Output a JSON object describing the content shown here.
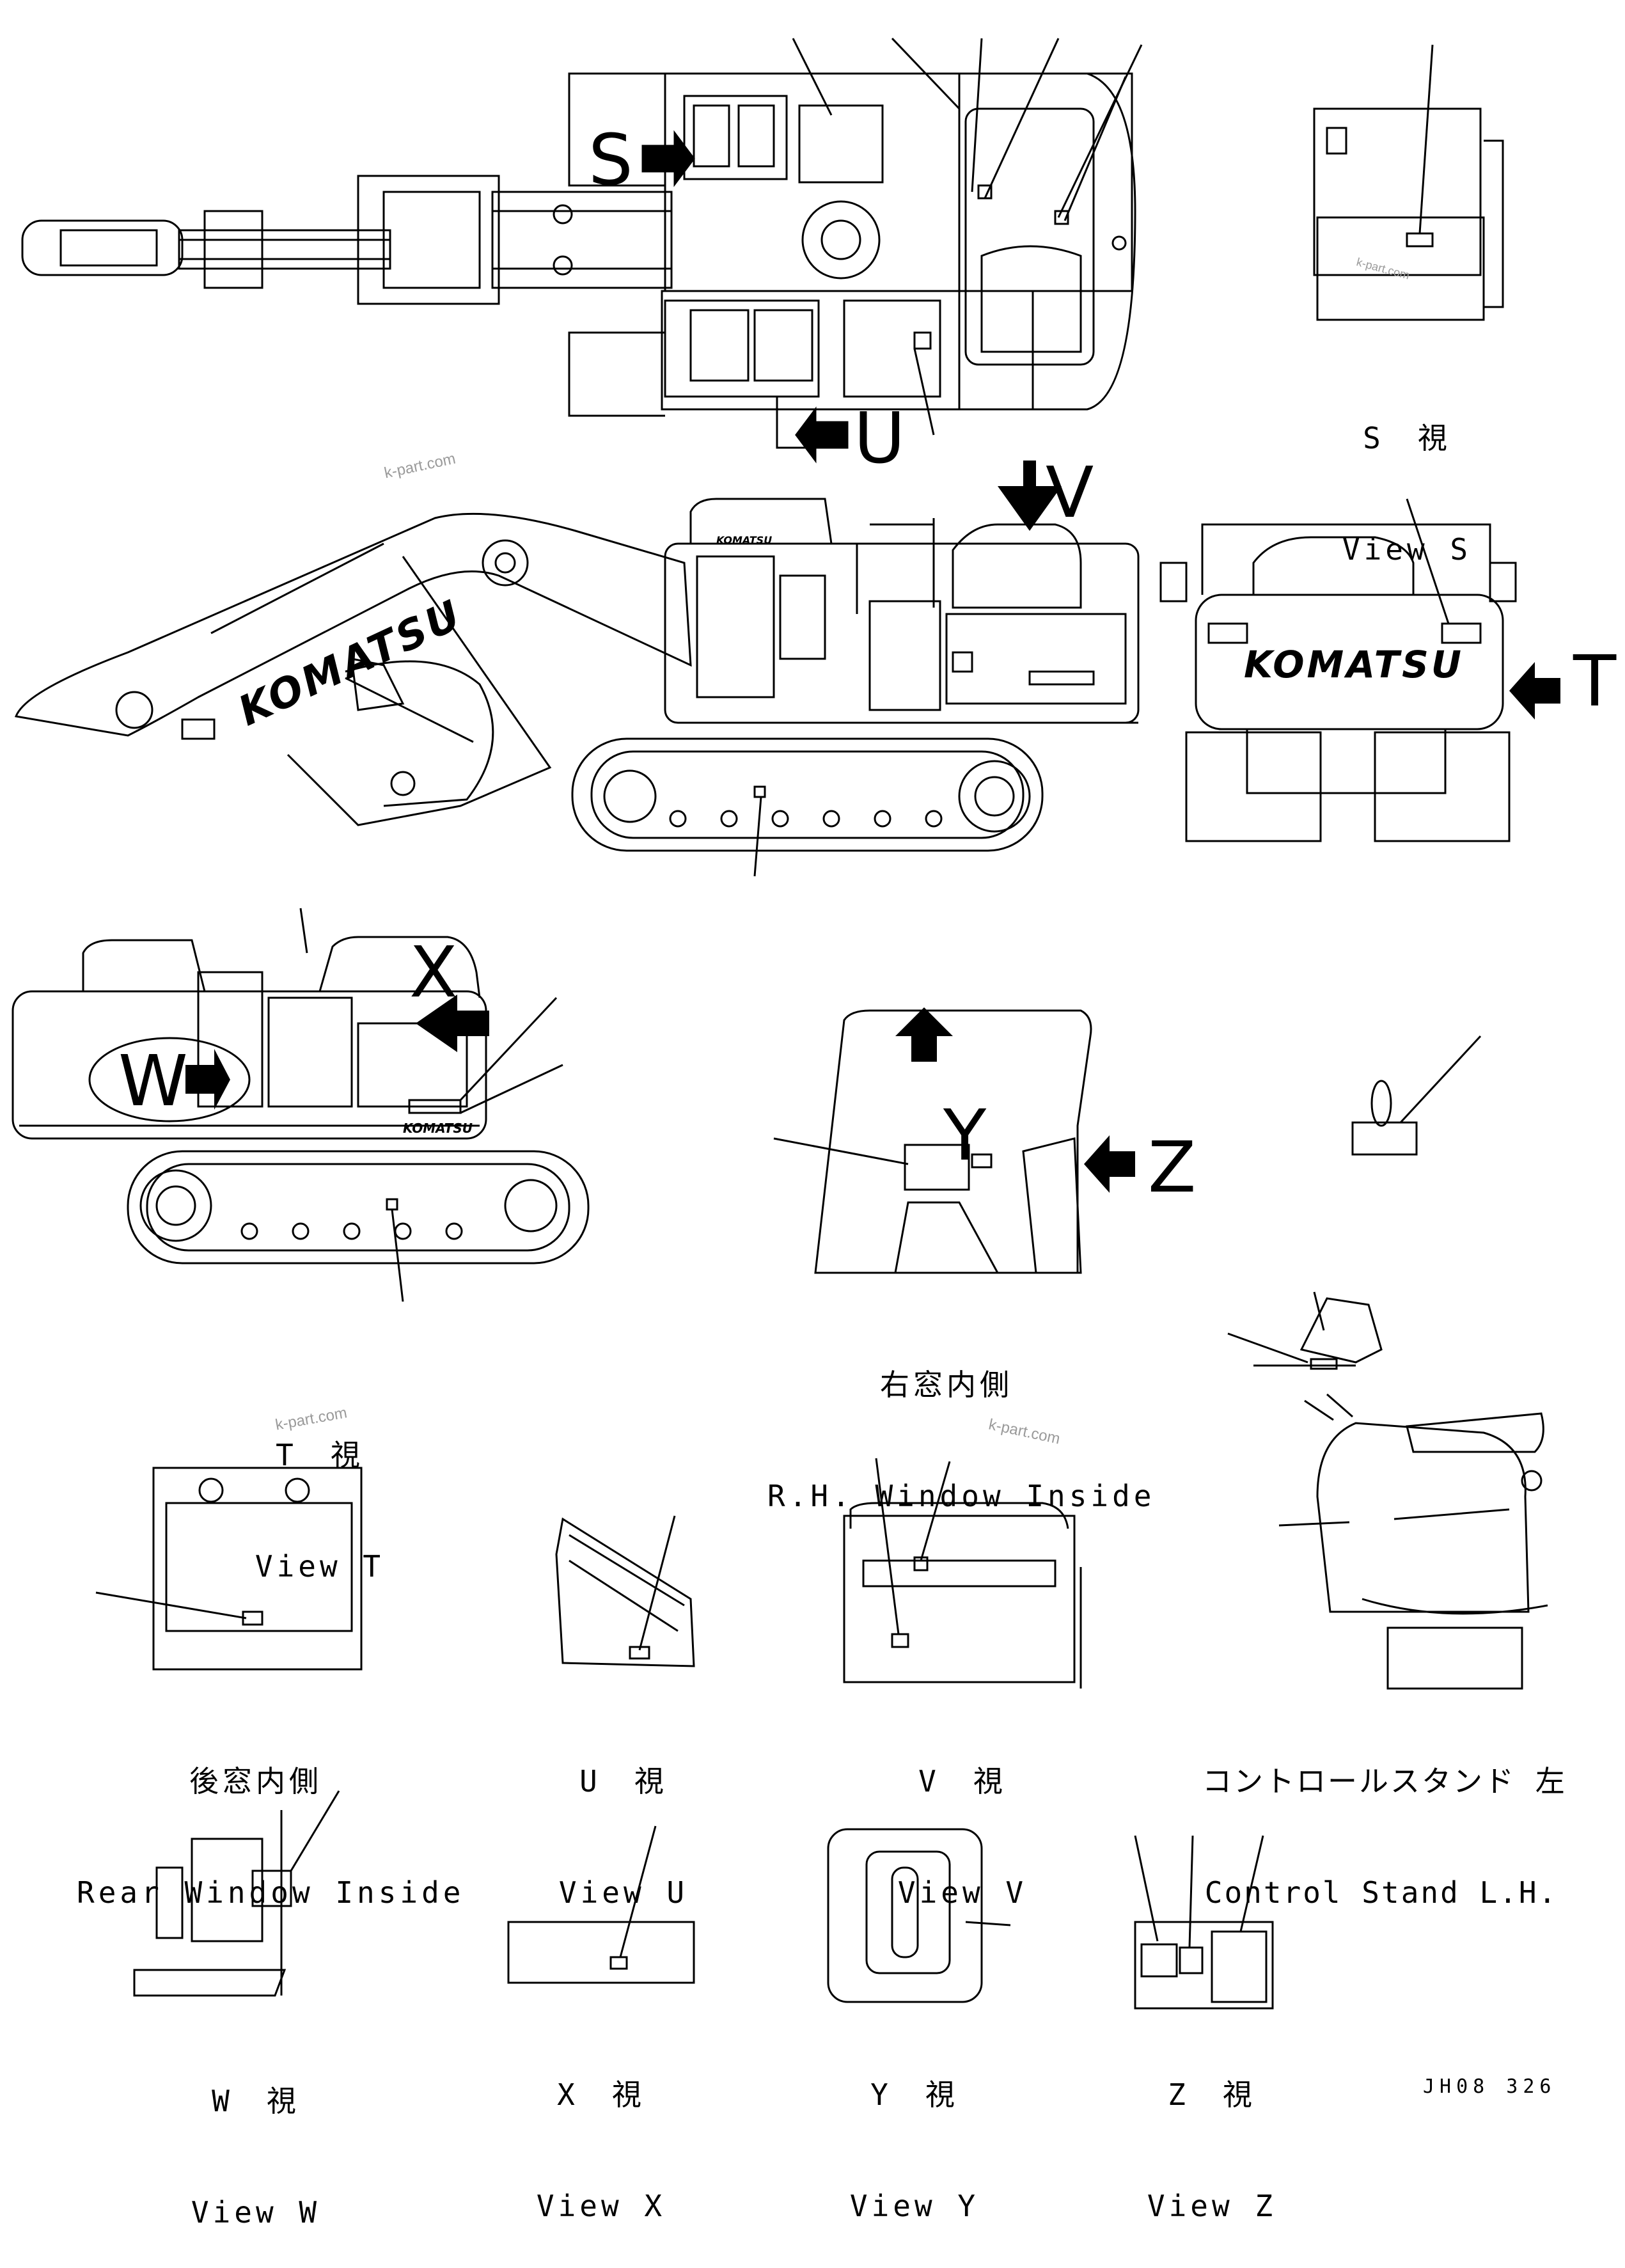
{
  "views": {
    "s": {
      "jp": "S　視",
      "en": "View S"
    },
    "t": {
      "jp": "T　視",
      "en": "View T"
    },
    "rh_window": {
      "jp": "右窓内側",
      "en": "R.H. Window Inside"
    },
    "rear_window": {
      "jp": "後窓内側",
      "en": "Rear Window Inside"
    },
    "u": {
      "jp": "U　視",
      "en": "View U"
    },
    "v": {
      "jp": "V　視",
      "en": "View V"
    },
    "control_stand": {
      "jp": "コントロールスタンド 左",
      "en": "Control Stand L.H."
    },
    "w": {
      "jp": "W　視",
      "en": "View W"
    },
    "x": {
      "jp": "X　視",
      "en": "View X"
    },
    "y": {
      "jp": "Y　視",
      "en": "View Y"
    },
    "z": {
      "jp": "Z　視",
      "en": "View Z"
    }
  },
  "callouts": {
    "s": "S",
    "u": "U",
    "v": "V",
    "t": "T",
    "w": "W",
    "x": "X",
    "y": "Y",
    "z": "Z"
  },
  "brand": {
    "name": "KOMATSU"
  },
  "watermark": {
    "text": "k-part.com"
  },
  "drawing_code": "JH08 326",
  "colors": {
    "line": "#000000",
    "background": "#ffffff",
    "watermark": "#9a9a9a"
  }
}
